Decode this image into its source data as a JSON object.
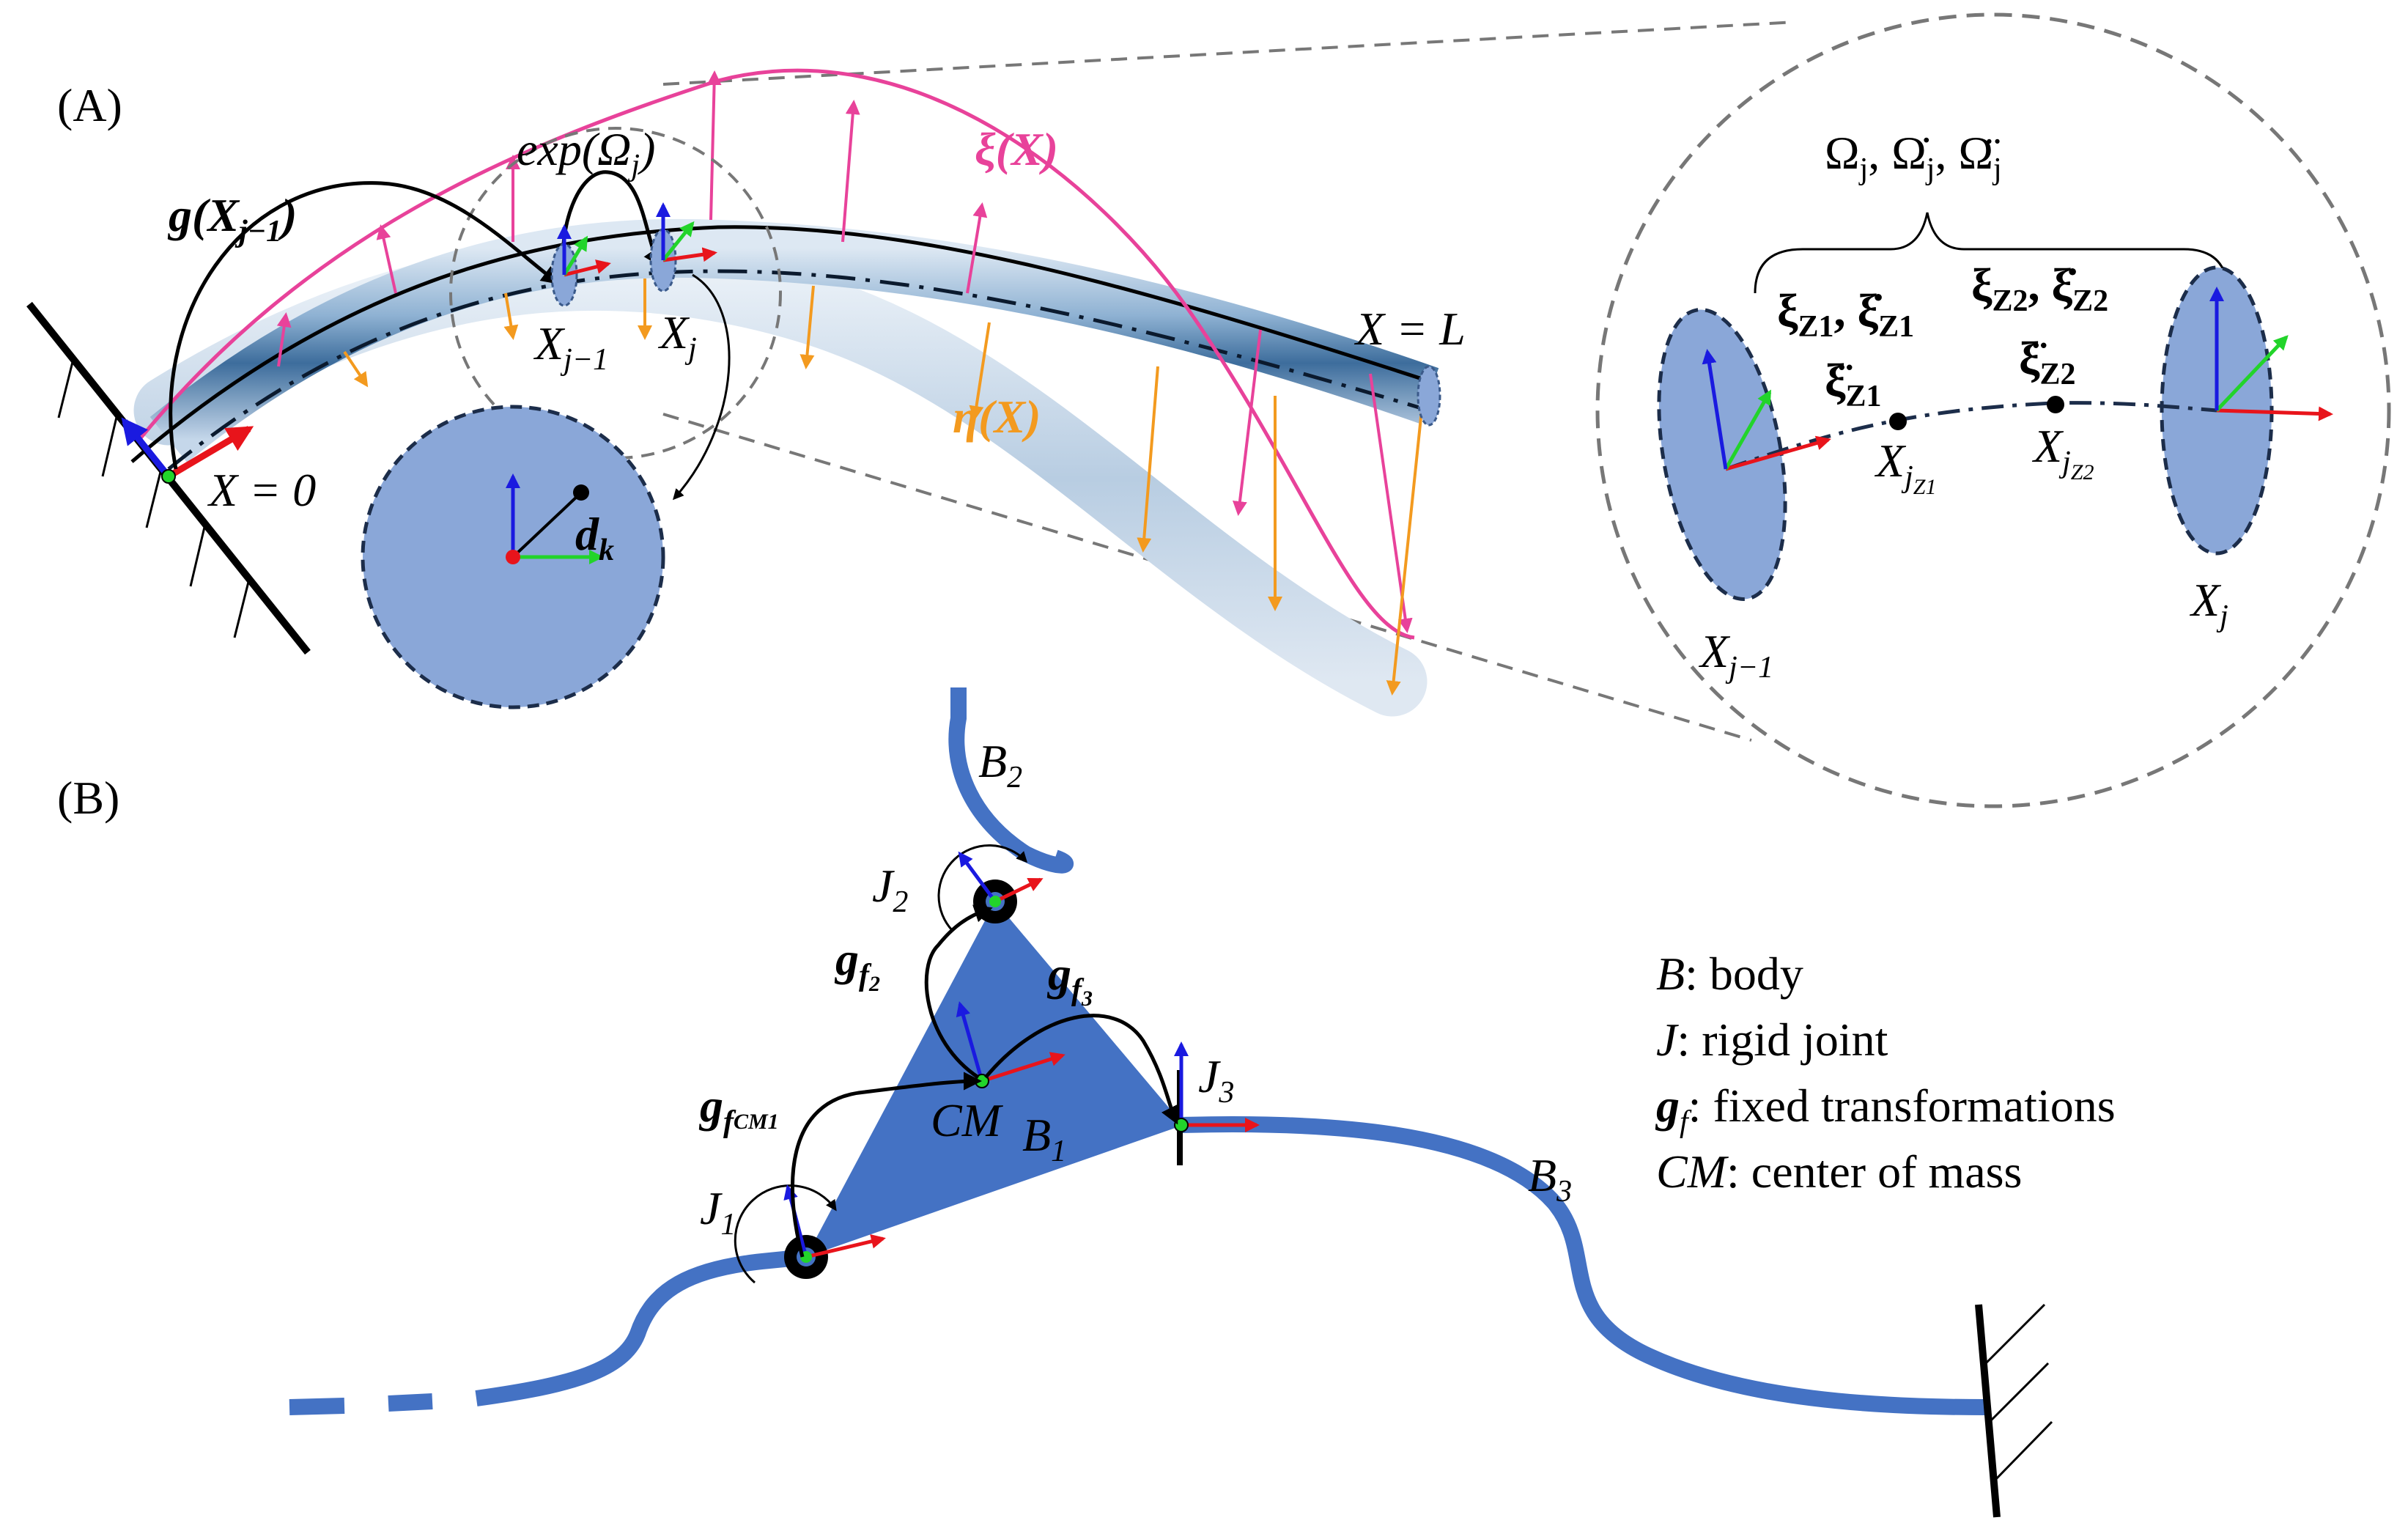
{
  "panel_a": {
    "label": "(A)",
    "g_label": "g(X",
    "g_sub": "j−1",
    "exp_label": "exp(Ω",
    "exp_sub": "j",
    "xi_label": "ξ(X)",
    "eta_label": "η(X)",
    "x0_label": "X = 0",
    "xl_label": "X = L",
    "xj1_label": "X",
    "xj1_sub": "j−1",
    "xj_label": "X",
    "xj_sub": "j",
    "dk_label": "d",
    "dk_sub": "k",
    "zoom": {
      "omega_label": "Ω",
      "omega_sub": "j",
      "xi1_label": "ξ",
      "xi1_sub": "Z1",
      "xi2_label": "ξ",
      "xi2_sub": "Z2",
      "xddot1_sub": "Z1",
      "xddot2_sub": "Z2",
      "xz1_label": "X",
      "xz1_sub": "j",
      "xz1_subsub": "Z1",
      "xz2_label": "X",
      "xz2_sub": "j",
      "xz2_subsub": "Z2",
      "left_label": "X",
      "left_sub": "j−1",
      "right_label": "X",
      "right_sub": "j"
    }
  },
  "panel_b": {
    "label": "(B)",
    "b1": "B",
    "b1_sub": "1",
    "b2": "B",
    "b2_sub": "2",
    "b3": "B",
    "b3_sub": "3",
    "j1": "J",
    "j1_sub": "1",
    "j2": "J",
    "j2_sub": "2",
    "j3": "J",
    "j3_sub": "3",
    "gf2": "g",
    "gf2_sub": "f",
    "gf2_subsub": "2",
    "gf3": "g",
    "gf3_sub": "f",
    "gf3_subsub": "3",
    "gfcm": "g",
    "gfcm_sub": "f",
    "gfcm_subsub": "CM1",
    "cm": "CM",
    "legend": [
      {
        "sym": "B",
        "text": ": body"
      },
      {
        "sym": "J",
        "text": ": rigid joint"
      },
      {
        "sym": "g",
        "sub": "f",
        "text": ": fixed transformations"
      },
      {
        "sym": "CM",
        "text": ": center of mass"
      }
    ]
  },
  "colors": {
    "rod_dark": "#3f6f9e",
    "rod_light": "#c9daea",
    "section_fill": "#8aa7d8",
    "body_blue": "#4472c4",
    "xi_pink": "#e8429a",
    "eta_orange": "#f39a1f",
    "axis_red": "#e8141b",
    "axis_green": "#22d42a",
    "axis_blue": "#1a1ae0"
  }
}
